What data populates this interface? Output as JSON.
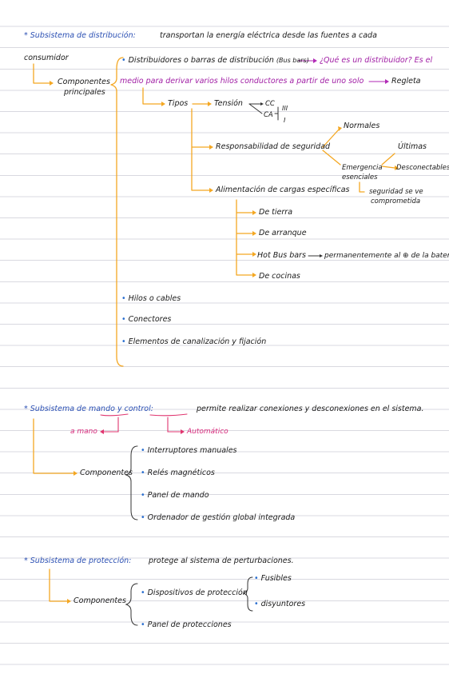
{
  "s1": {
    "heading": "* Subsistema de distribución:",
    "desc1": "transportan la energía eléctrica desde las fuentes a cada",
    "desc2": "consumidor",
    "components_line1": "Componentes",
    "components_line2": "principales",
    "item1_prefix": "Distribuidores o barras de distribución",
    "item1_paren": "(Bus bars)",
    "question": "¿Qué es un distribuidor? Es el",
    "def": "medio para derivar varios hilos conductores a partir de uno solo",
    "regleta": "Regleta",
    "tipos": "Tipos",
    "tension": "Tensión",
    "cc": "CC",
    "ca": "CA",
    "tri": "III",
    "mono": "I",
    "resp": "Responsabilidad de seguridad",
    "normales": "Normales",
    "emergencia1": "Emergencia",
    "emergencia2": "esenciales",
    "ultimas": "Últimas",
    "desconectables": "Desconectables",
    "seg1": "seguridad se ve",
    "seg2": "comprometida",
    "alim": "Alimentación de cargas específicas",
    "tierra": "De tierra",
    "arranque": "De arranque",
    "hotbus": "Hot Bus bars",
    "perm": "permanentemente al ⊕ de la batería",
    "cocinas": "De cocinas",
    "hilos": "Hilos o cables",
    "conectores": "Conectores",
    "elementos": "Elementos de canalización y fijación"
  },
  "s2": {
    "heading_prefix": "* Subsistema de",
    "mando": "mando",
    "y": "y",
    "control": "control:",
    "desc": "permite realizar conexiones y desconexiones en el sistema.",
    "a_mano": "a mano",
    "automatico": "Automático",
    "componentes": "Componentes",
    "items": [
      "Interruptores manuales",
      "Relés magnéticos",
      "Panel de mando",
      "Ordenador de gestión global integrada"
    ]
  },
  "s3": {
    "heading": "* Subsistema de protección:",
    "desc": "protege al sistema de perturbaciones.",
    "componentes": "Componentes",
    "dispositivos": "Dispositivos de protección",
    "fusibles": "Fusibles",
    "disyuntores": "disyuntores",
    "panel": "Panel de protecciones"
  }
}
